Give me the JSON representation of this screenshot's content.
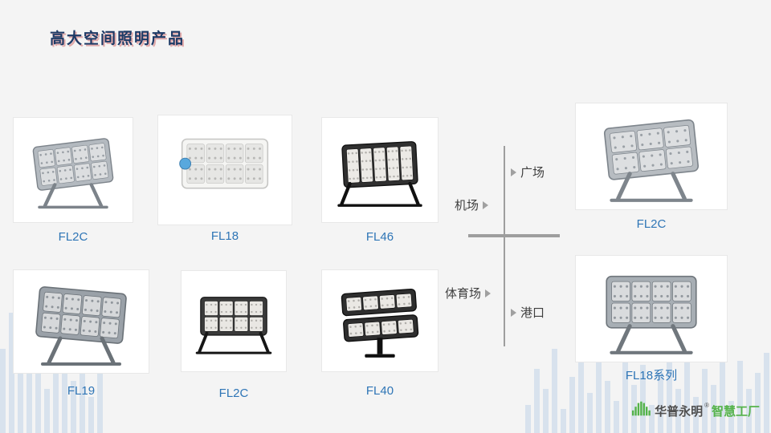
{
  "title": "高大空间照明产品",
  "products": [
    {
      "label": "FL2C"
    },
    {
      "label": "FL18"
    },
    {
      "label": "FL46"
    },
    {
      "label": "FL19"
    },
    {
      "label": "FL2C"
    },
    {
      "label": "FL40"
    },
    {
      "label": "FL2C"
    },
    {
      "label": "FL18系列"
    }
  ],
  "diagram": {
    "quadrant_top_right": "广场",
    "quadrant_top_left": "机场",
    "quadrant_bottom_left": "体育场",
    "quadrant_bottom_right": "港口"
  },
  "footer": {
    "brand": "华普永明",
    "reg_mark": "®",
    "tagline": "智慧工厂"
  },
  "colors": {
    "title_navy": "#1d3a66",
    "label_blue": "#2e75b6",
    "brand_green": "#55b34a",
    "diagram_gray": "#9e9e9e"
  }
}
